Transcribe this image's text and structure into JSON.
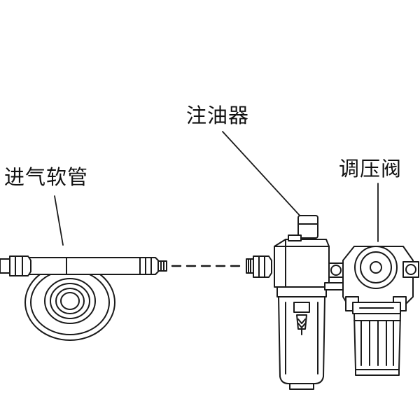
{
  "labels": {
    "oiler": "注油器",
    "hose": "进气软管",
    "regulator": "调压阀"
  },
  "colors": {
    "line": "#1a1a1a",
    "fill": "#ffffff",
    "shade": "#e6e6e6"
  }
}
